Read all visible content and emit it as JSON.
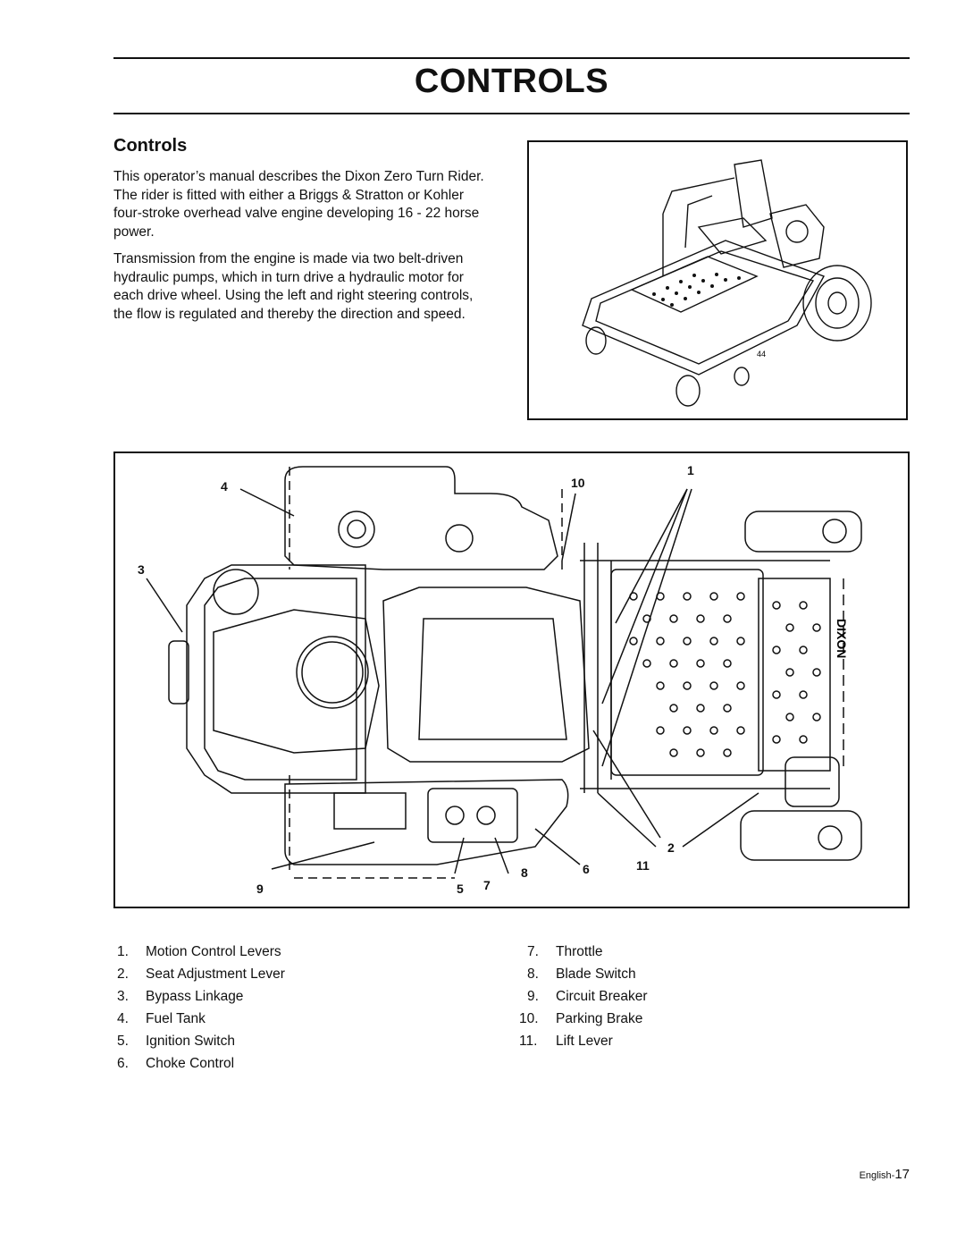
{
  "header": {
    "title": "CONTROLS"
  },
  "section": {
    "heading": "Controls",
    "paragraphs": [
      "This operator’s manual describes the Dixon Zero Turn Rider. The rider is fitted with either a Briggs & Stratton or Kohler four-stroke overhead valve engine developing 16 - 22 horse power.",
      "Transmission from the engine is made via two belt-driven hydraulic pumps, which in turn drive a hydraulic motor for each drive wheel. Using the left and right steering controls, the flow is regulated and thereby the direction and speed."
    ]
  },
  "photo": {
    "deck_label": "44"
  },
  "diagram": {
    "callouts": [
      "1",
      "2",
      "3",
      "4",
      "5",
      "6",
      "7",
      "8",
      "9",
      "10",
      "11"
    ],
    "brand_label": "DIXON"
  },
  "legend": {
    "left": [
      {
        "num": "1.",
        "label": "Motion Control Levers"
      },
      {
        "num": "2.",
        "label": "Seat Adjustment Lever"
      },
      {
        "num": "3.",
        "label": "Bypass Linkage"
      },
      {
        "num": "4.",
        "label": "Fuel Tank"
      },
      {
        "num": "5.",
        "label": "Ignition Switch"
      },
      {
        "num": "6.",
        "label": "Choke Control"
      }
    ],
    "right": [
      {
        "num": "7.",
        "label": "Throttle"
      },
      {
        "num": "8.",
        "label": "Blade Switch"
      },
      {
        "num": "9.",
        "label": "Circuit Breaker"
      },
      {
        "num": "10.",
        "label": "Parking Brake"
      },
      {
        "num": "11.",
        "label": "Lift Lever"
      }
    ]
  },
  "footer": {
    "language": "English-",
    "page": "17"
  }
}
